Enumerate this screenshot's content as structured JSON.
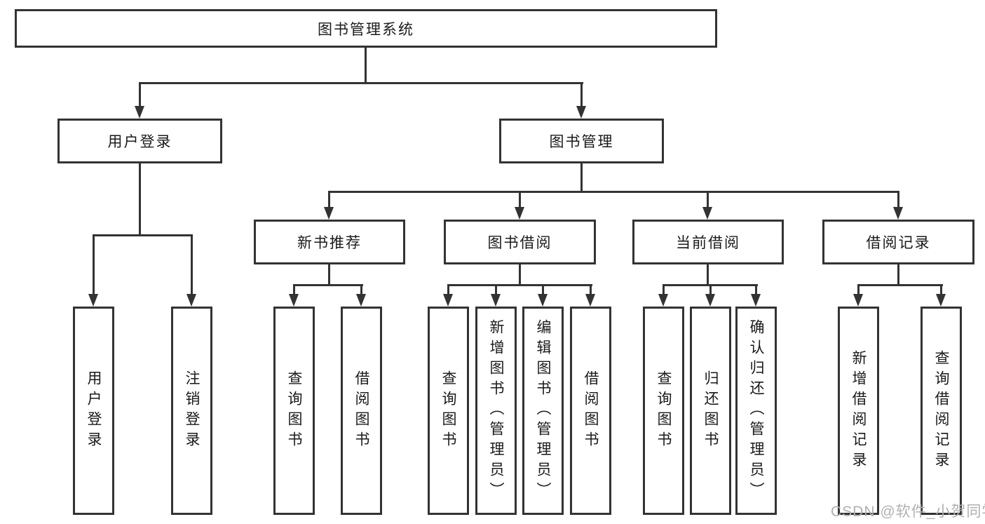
{
  "diagram": {
    "root": "图书管理系统",
    "level2": [
      "用户登录",
      "图书管理"
    ],
    "level3": [
      "新书推荐",
      "图书借阅",
      "当前借阅",
      "借阅记录"
    ],
    "leaves": {
      "login": [
        "用户登录",
        "注销登录"
      ],
      "recommend": [
        "查询图书",
        "借阅图书"
      ],
      "borrow": [
        "查询图书",
        "新增图书（管理员）",
        "编辑图书（管理员）",
        "借阅图书"
      ],
      "current": [
        "查询图书",
        "归还图书",
        "确认归还（管理员）"
      ],
      "records": [
        "新增借阅记录",
        "查询借阅记录"
      ]
    }
  },
  "watermark": "CSDN @软件_小贺同学",
  "colors": {
    "line": "#333333",
    "text": "#1a1a1a",
    "watermark": "#b0b0b0",
    "background": "#ffffff"
  }
}
